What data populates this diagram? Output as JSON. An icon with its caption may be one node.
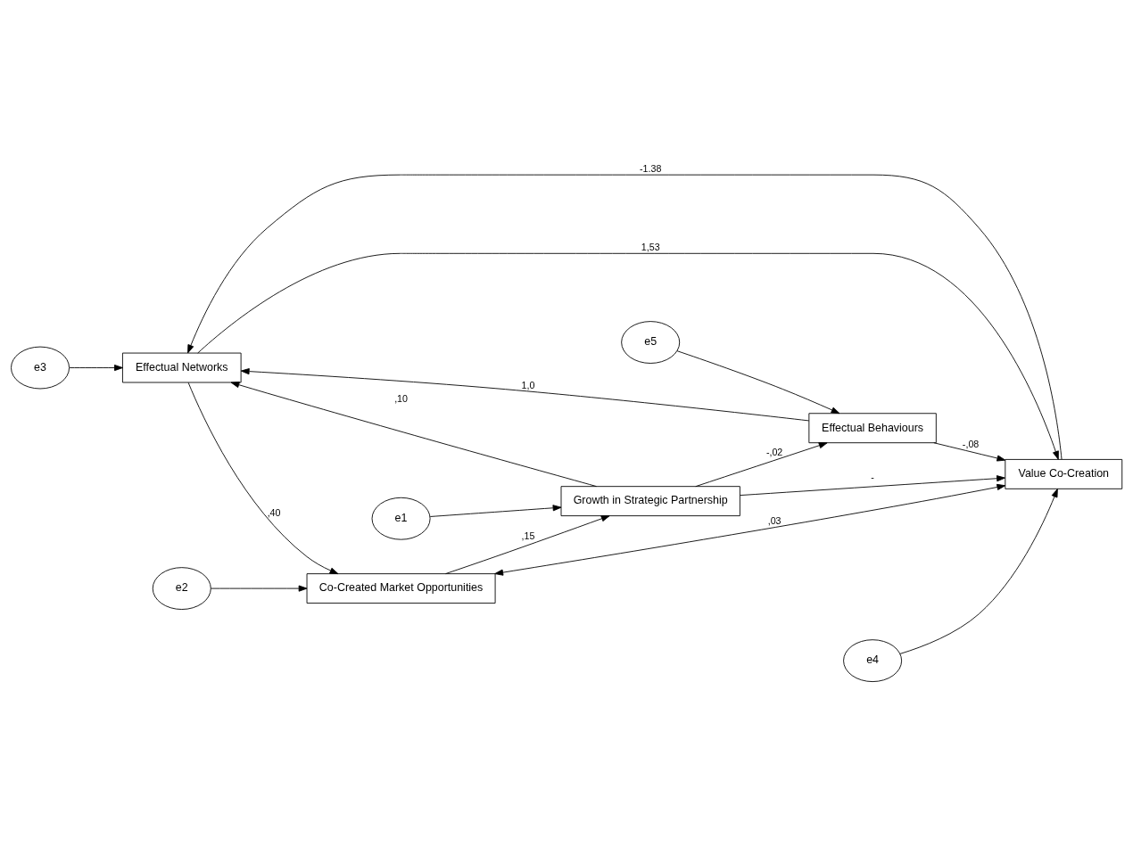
{
  "diagram": {
    "nodes": [
      {
        "text": [
          "e3"
        ]
      },
      {
        "text": [
          "e5"
        ]
      },
      {
        "text": [
          "Effectual Networks"
        ]
      },
      {
        "text": [
          "Effectual Behaviours"
        ]
      },
      {
        "text": [
          "Co-Created Market Opportunities"
        ]
      },
      {
        "text": [
          "Growth in Strategic Partnership"
        ]
      },
      {
        "text": [
          "e2"
        ]
      },
      {
        "text": [
          "e1"
        ]
      },
      {
        "text": [
          "Value Co-Creation"
        ]
      },
      {
        "text": [
          "e4"
        ]
      }
    ],
    "edges": [
      {
        "from": 0,
        "to": 2,
        "arrow": "to"
      },
      {
        "from": 1,
        "to": 3,
        "arrow": "to"
      },
      {
        "from": 3,
        "to": 2,
        "arrow": "to",
        "label": "1,0"
      },
      {
        "from": 3,
        "to": 8,
        "arrow": "to",
        "label": "-,08"
      },
      {
        "from": 8,
        "to": 2,
        "arrow": "to",
        "label": "-1.38"
      },
      {
        "from": 2,
        "to": 8,
        "arrow": "to",
        "label": "1,53"
      },
      {
        "from": 2,
        "to": 4,
        "arrow": "to",
        "label": ",40"
      },
      {
        "from": 4,
        "to": 5,
        "arrow": "to",
        "label": ",15"
      },
      {
        "from": 6,
        "to": 4,
        "arrow": "to"
      },
      {
        "from": 7,
        "to": 5,
        "arrow": "to"
      },
      {
        "from": 9,
        "to": 8,
        "arrow": "to"
      },
      {
        "from": 8,
        "to": 4,
        "arrow": "both",
        "label": ",03"
      },
      {
        "from": 5,
        "to": 2,
        "arrow": "to",
        "label": ",10"
      },
      {
        "from": 5,
        "to": 8,
        "arrow": "to",
        "label": "-"
      },
      {
        "from": 5,
        "to": 3,
        "arrow": "to",
        "label": "-,02"
      }
    ]
  }
}
